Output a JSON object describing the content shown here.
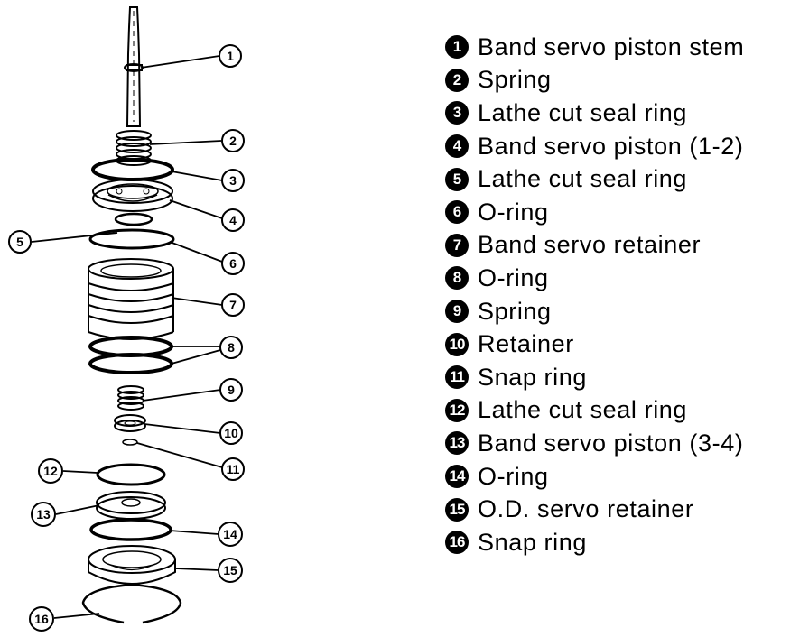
{
  "parts": [
    {
      "number": "1",
      "name": "Band servo piston stem"
    },
    {
      "number": "2",
      "name": "Spring"
    },
    {
      "number": "3",
      "name": "Lathe cut seal ring"
    },
    {
      "number": "4",
      "name": "Band servo piston (1-2)"
    },
    {
      "number": "5",
      "name": "Lathe cut seal ring"
    },
    {
      "number": "6",
      "name": "O-ring"
    },
    {
      "number": "7",
      "name": "Band servo retainer"
    },
    {
      "number": "8",
      "name": "O-ring"
    },
    {
      "number": "9",
      "name": "Spring"
    },
    {
      "number": "10",
      "name": "Retainer"
    },
    {
      "number": "11",
      "name": "Snap ring"
    },
    {
      "number": "12",
      "name": "Lathe cut seal ring"
    },
    {
      "number": "13",
      "name": "Band servo piston (3-4)"
    },
    {
      "number": "14",
      "name": "O-ring"
    },
    {
      "number": "15",
      "name": "O.D. servo retainer"
    },
    {
      "number": "16",
      "name": "Snap ring"
    }
  ]
}
